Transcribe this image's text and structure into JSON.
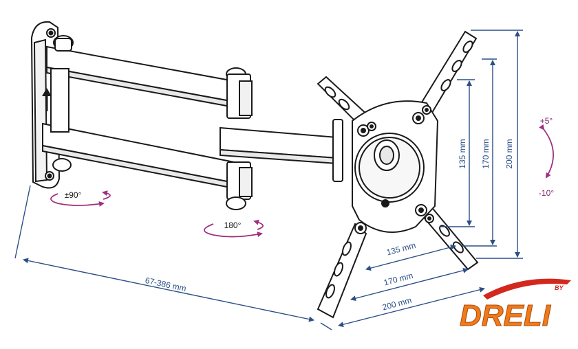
{
  "dimensions": {
    "arm_extension": "67-386 mm",
    "vesa_horizontal_135": "135 mm",
    "vesa_horizontal_170": "170 mm",
    "vesa_horizontal_200": "200 mm",
    "vesa_vertical_135": "135 mm",
    "vesa_vertical_170": "170 mm",
    "vesa_vertical_200": "200 mm"
  },
  "rotations": {
    "wall_swivel": "±90°",
    "arm_swivel": "180°",
    "tilt_up": "+5°",
    "tilt_down": "-10°"
  },
  "logo": {
    "brand": "DRELI",
    "by": "BY"
  },
  "colors": {
    "dimension_line": "#2b4f86",
    "rotation_arrow": "#a0307f",
    "logo_orange": "#ee7a1a",
    "logo_red": "#d2281e",
    "outline": "#1a1a1a"
  }
}
